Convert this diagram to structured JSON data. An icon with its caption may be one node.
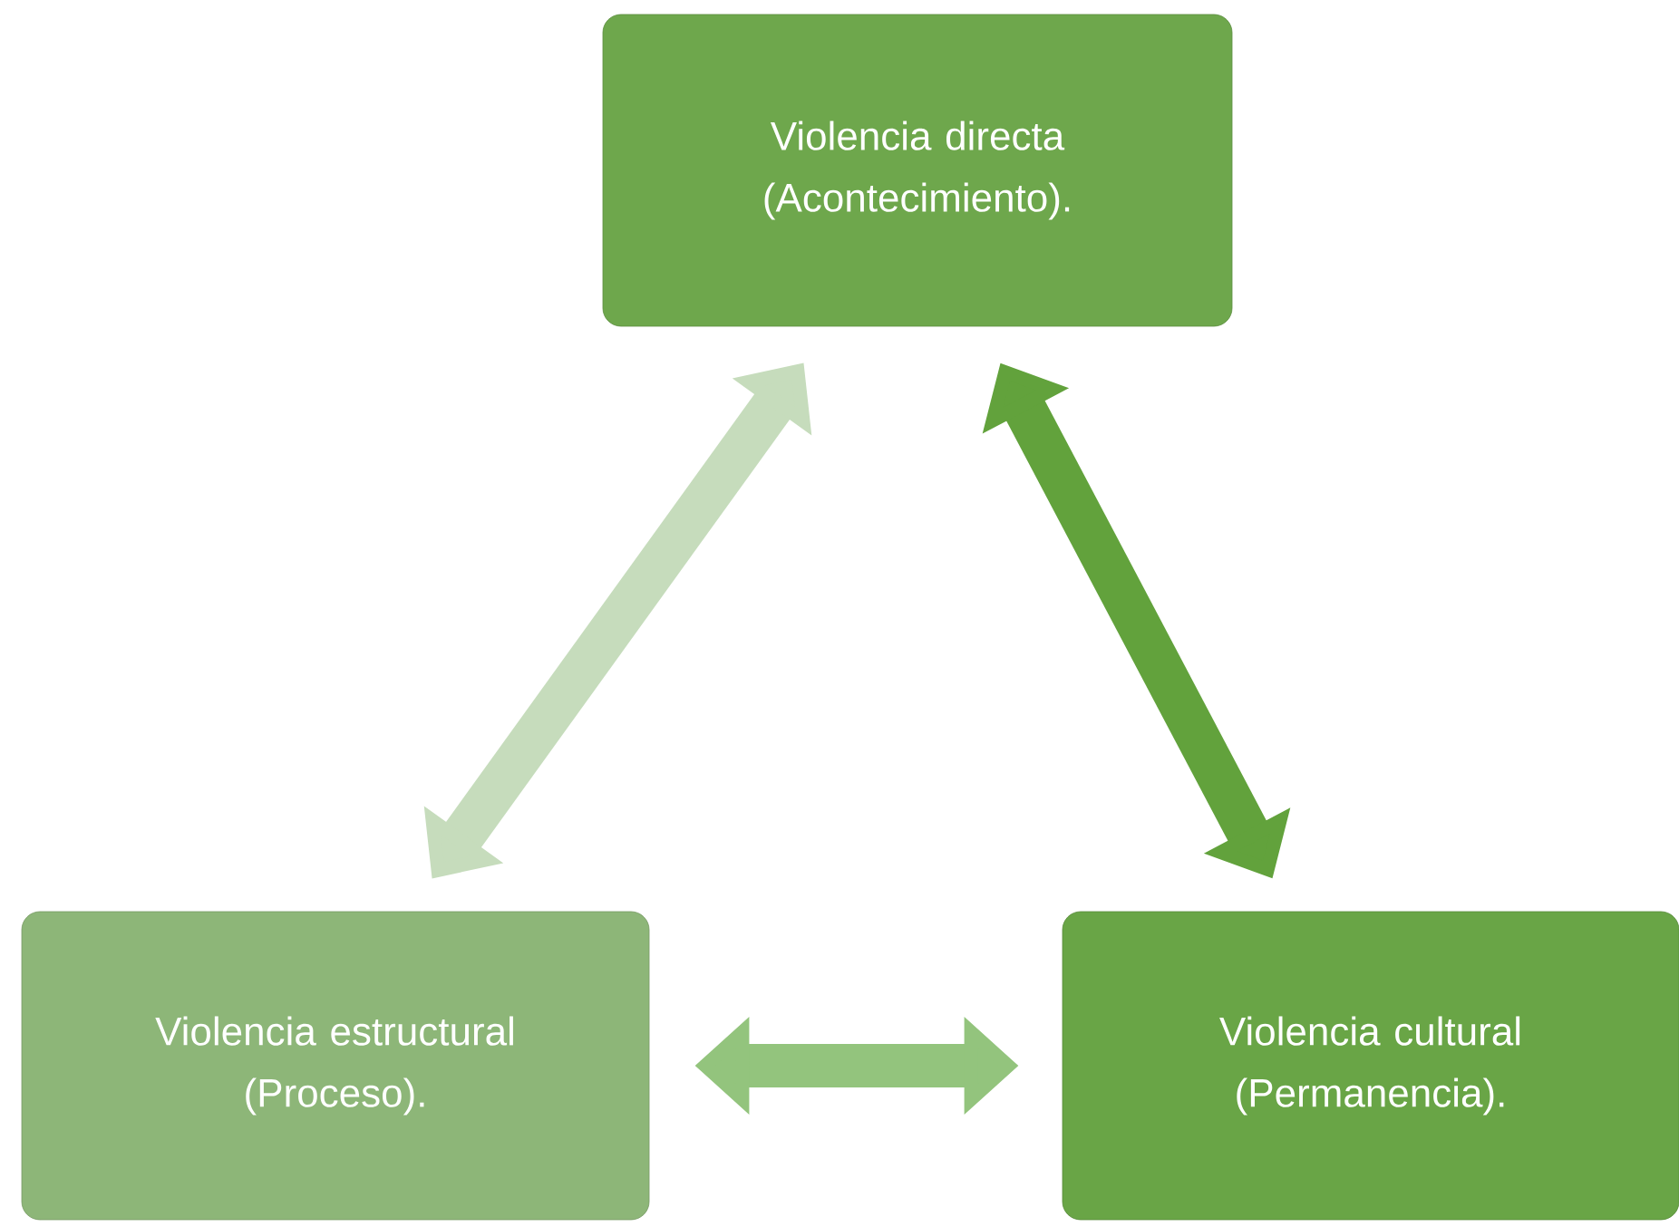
{
  "diagram": {
    "nodes": [
      {
        "text": [
          "Violencia directa (Acontecimiento)."
        ]
      },
      {
        "text": [
          "Violencia estructural (Proceso)."
        ]
      },
      {
        "text": [
          "Violencia cultural (Permanencia)."
        ]
      }
    ],
    "edges": [
      {
        "from": 0,
        "to": 1,
        "arrow": "both",
        "color": "#c6dcbc"
      },
      {
        "from": 0,
        "to": 2,
        "arrow": "both",
        "color": "#62a23c"
      },
      {
        "from": 1,
        "to": 2,
        "arrow": "both",
        "color": "#93c47d"
      }
    ]
  }
}
